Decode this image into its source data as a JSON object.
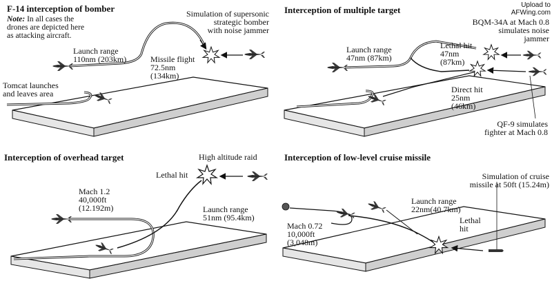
{
  "watermark": [
    "Upload to",
    "AFWing.com"
  ],
  "panels": [
    {
      "title": "F-14 interception of bomber",
      "note_label": "Note:",
      "note_text": " In all cases the\ndrones are depicted here\nas attacking aircraft.",
      "labels": {
        "launch_range": "Launch range\n110nm (203km)",
        "missile_flight": "Missile flight\n72.5nm\n(134km)",
        "tomcat": "Tomcat launches\nand leaves area",
        "simulation": "Simulation of supersonic\nstrategic bomber\nwith noise jammer"
      }
    },
    {
      "title": "Interception of multiple target",
      "labels": {
        "bqm": "BQM-34A at Mach 0.8\nsimulates noise\njammer",
        "launch_range": "Launch range\n47nm (87km)",
        "lethal_hit": "Lethal hit\n47nm\n(87km)",
        "direct_hit": "Direct hit\n25nm\n(46km)",
        "qf9": "QF-9 simulates\nfighter at Mach 0.8"
      }
    },
    {
      "title": "Interception of overhead target",
      "labels": {
        "raid": "High altitude raid",
        "lethal_hit": "Lethal hit",
        "mach": "Mach 1.2\n40,000ft\n(12.192m)",
        "launch_range": "Launch range\n51nm (95.4km)"
      }
    },
    {
      "title": "Interception of low-level cruise missile",
      "labels": {
        "simulation": "Simulation of cruise\nmissile at 50ft (15.24m)",
        "launch_range": "Launch range\n22nm(40.7km)",
        "lethal_hit": "Lethal\nhit",
        "mach": "Mach 0.72\n10,000ft\n(3,048m)"
      }
    }
  ]
}
